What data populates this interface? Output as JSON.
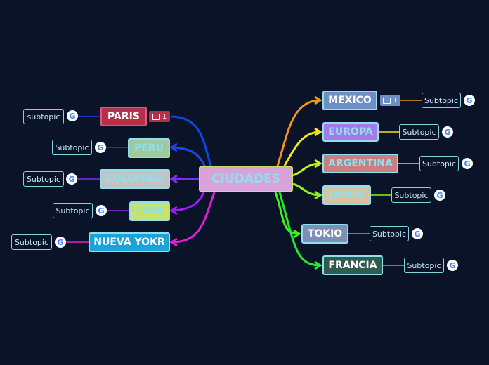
{
  "center": {
    "label": "CIUDADES"
  },
  "left_topics": [
    {
      "label": "PARIS",
      "subtopic": "subtopic",
      "comment_count": "1"
    },
    {
      "label": "PERU",
      "subtopic": "Subtopic"
    },
    {
      "label": "COLOMBIA",
      "subtopic": "Subtopic"
    },
    {
      "label": "LIMA",
      "subtopic": "Subtopic"
    },
    {
      "label": "NUEVA YOKR",
      "subtopic": "Subtopic"
    }
  ],
  "right_topics": [
    {
      "label": "MEXICO",
      "subtopic": "Subtopic",
      "comment_count": "1"
    },
    {
      "label": "EUROPA",
      "subtopic": "Subtopic"
    },
    {
      "label": "ARGENTINA",
      "subtopic": "Subtopic"
    },
    {
      "label": "JAPON",
      "subtopic": "Subtopic"
    },
    {
      "label": "TOKIO",
      "subtopic": "Subtopic"
    },
    {
      "label": "FRANCIA",
      "subtopic": "Subtopic"
    }
  ],
  "icons": {
    "search": "google-search-icon",
    "comment": "comment-icon"
  },
  "colors": {
    "background": "#0b1329",
    "paris": "#b5304a",
    "peru": "#9fc99f",
    "colombia": "#c3c3c3",
    "lima": "#c7e36b",
    "nueva_yokr": "#1aa3d9",
    "mexico": "#6d8fc4",
    "europa": "#a678e8",
    "argentina": "#c97f7f",
    "japon": "#d8c39e",
    "tokio": "#7e8fb5",
    "francia": "#2f5c4f"
  }
}
